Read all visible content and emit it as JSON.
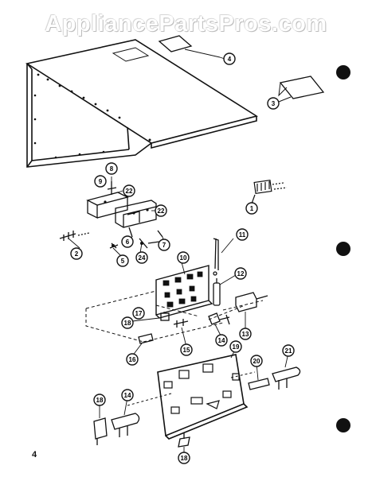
{
  "watermark": "AppliancePartsPros.com",
  "page_number": "4",
  "callouts": [
    "4",
    "3",
    "1",
    "8",
    "9",
    "22",
    "22",
    "2",
    "5",
    "6",
    "24",
    "7",
    "11",
    "10",
    "12",
    "13",
    "17",
    "18",
    "15",
    "14",
    "16",
    "19",
    "20",
    "21",
    "18",
    "14",
    "18"
  ],
  "colors": {
    "ink": "#111111",
    "paper": "#ffffff",
    "watermark_edge": "#9a9a9a"
  }
}
